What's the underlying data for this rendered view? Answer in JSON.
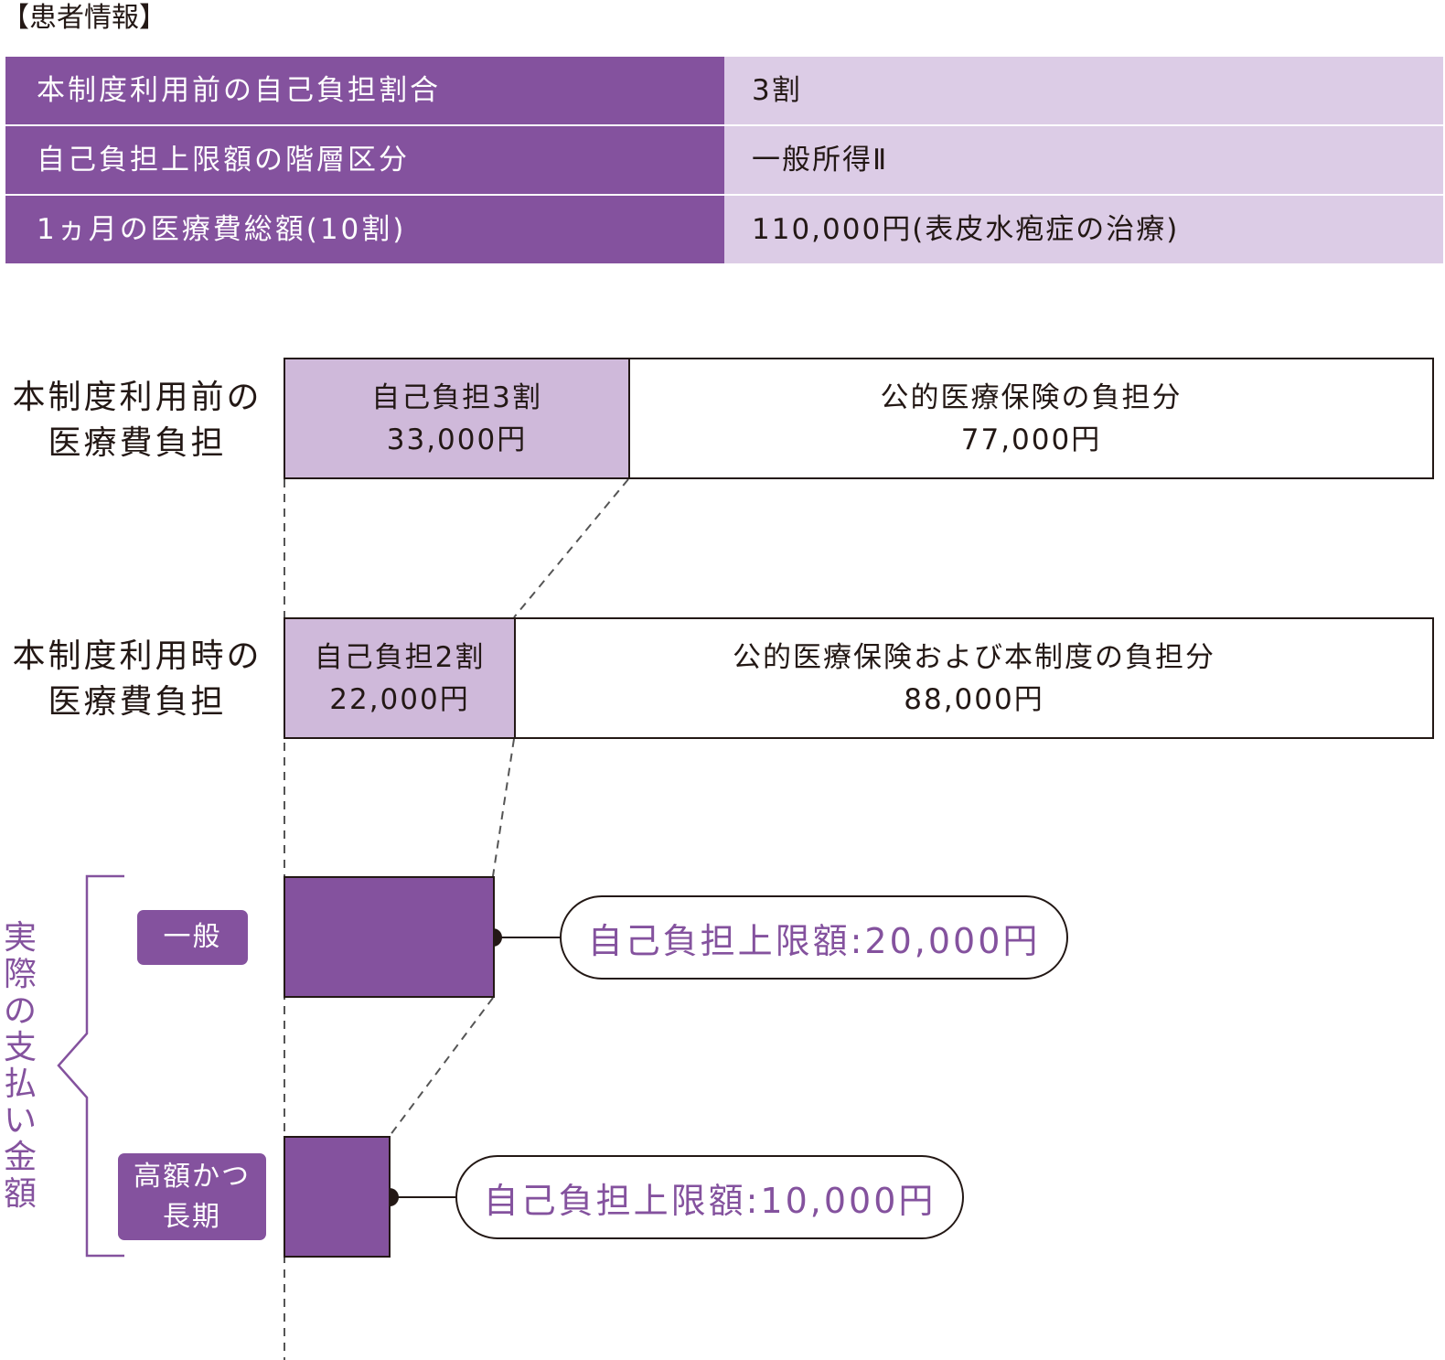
{
  "section_title": "【患者情報】",
  "patient_info": [
    {
      "label": "本制度利用前の自己負担割合",
      "value": "3割"
    },
    {
      "label": "自己負担上限額の階層区分",
      "value": "一般所得Ⅱ"
    },
    {
      "label": "1ヵ月の医療費総額(10割)",
      "value": "110,000円(表皮水疱症の治療)"
    }
  ],
  "before": {
    "label_lines": [
      "本制度利用前の",
      "医療費負担"
    ],
    "self_title": "自己負担3割",
    "self_amount": "33,000円",
    "public_title": "公的医療保険の負担分",
    "public_amount": "77,000円"
  },
  "during": {
    "label_lines": [
      "本制度利用時の",
      "医療費負担"
    ],
    "self_title": "自己負担2割",
    "self_amount": "22,000円",
    "public_title": "公的医療保険および本制度の負担分",
    "public_amount": "88,000円"
  },
  "actual": {
    "vertical_label": [
      "実",
      "際",
      "の",
      "支",
      "払",
      "い",
      "金",
      "額"
    ],
    "general_tag": "一般",
    "general_limit": "自己負担上限額:20,000円",
    "high_tag_lines": [
      "高額かつ",
      "長期"
    ],
    "high_limit": "自己負担上限額:10,000円"
  },
  "colors": {
    "purple": "#84529e",
    "light_purple": "#dccce6",
    "bar_purple": "#cfb9da",
    "ink": "#231815"
  }
}
